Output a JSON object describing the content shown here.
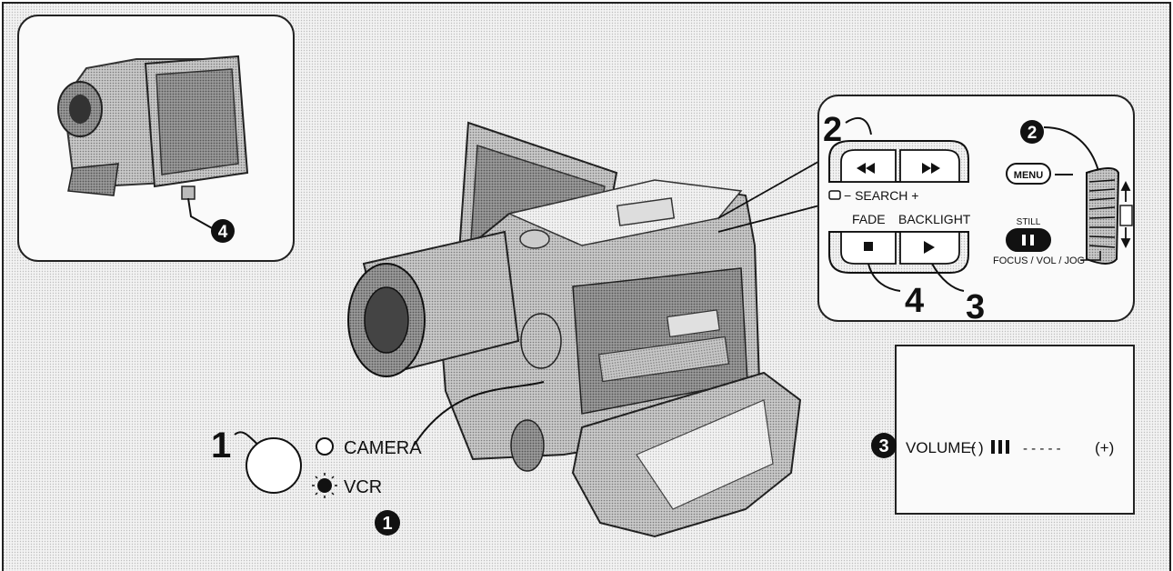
{
  "callouts": {
    "step1": "1",
    "step2": "2",
    "step3": "3",
    "step4": "4",
    "circ1": "1",
    "circ2": "2",
    "circ3": "3",
    "circ4": "4"
  },
  "mode_indicator": {
    "camera": "CAMERA",
    "vcr": "VCR"
  },
  "control_panel": {
    "search_label": "− SEARCH +",
    "fade_label": "FADE",
    "backlight_label": "BACKLIGHT",
    "menu_label": "MENU",
    "still_label": "STILL",
    "dial_label": "FOCUS / VOL / JOG",
    "rewind_icon": "rewind-icon",
    "ffwd_icon": "fast-forward-icon",
    "stop_icon": "stop-icon",
    "play_icon": "play-icon",
    "pause_icon": "pause-icon"
  },
  "volume_display": {
    "label": "VOLUME(",
    "minus": "−",
    "close_minus": ")",
    "dashes": "- - - - -",
    "plus": "(+)",
    "level_bars": 3,
    "total_steps": 8
  }
}
